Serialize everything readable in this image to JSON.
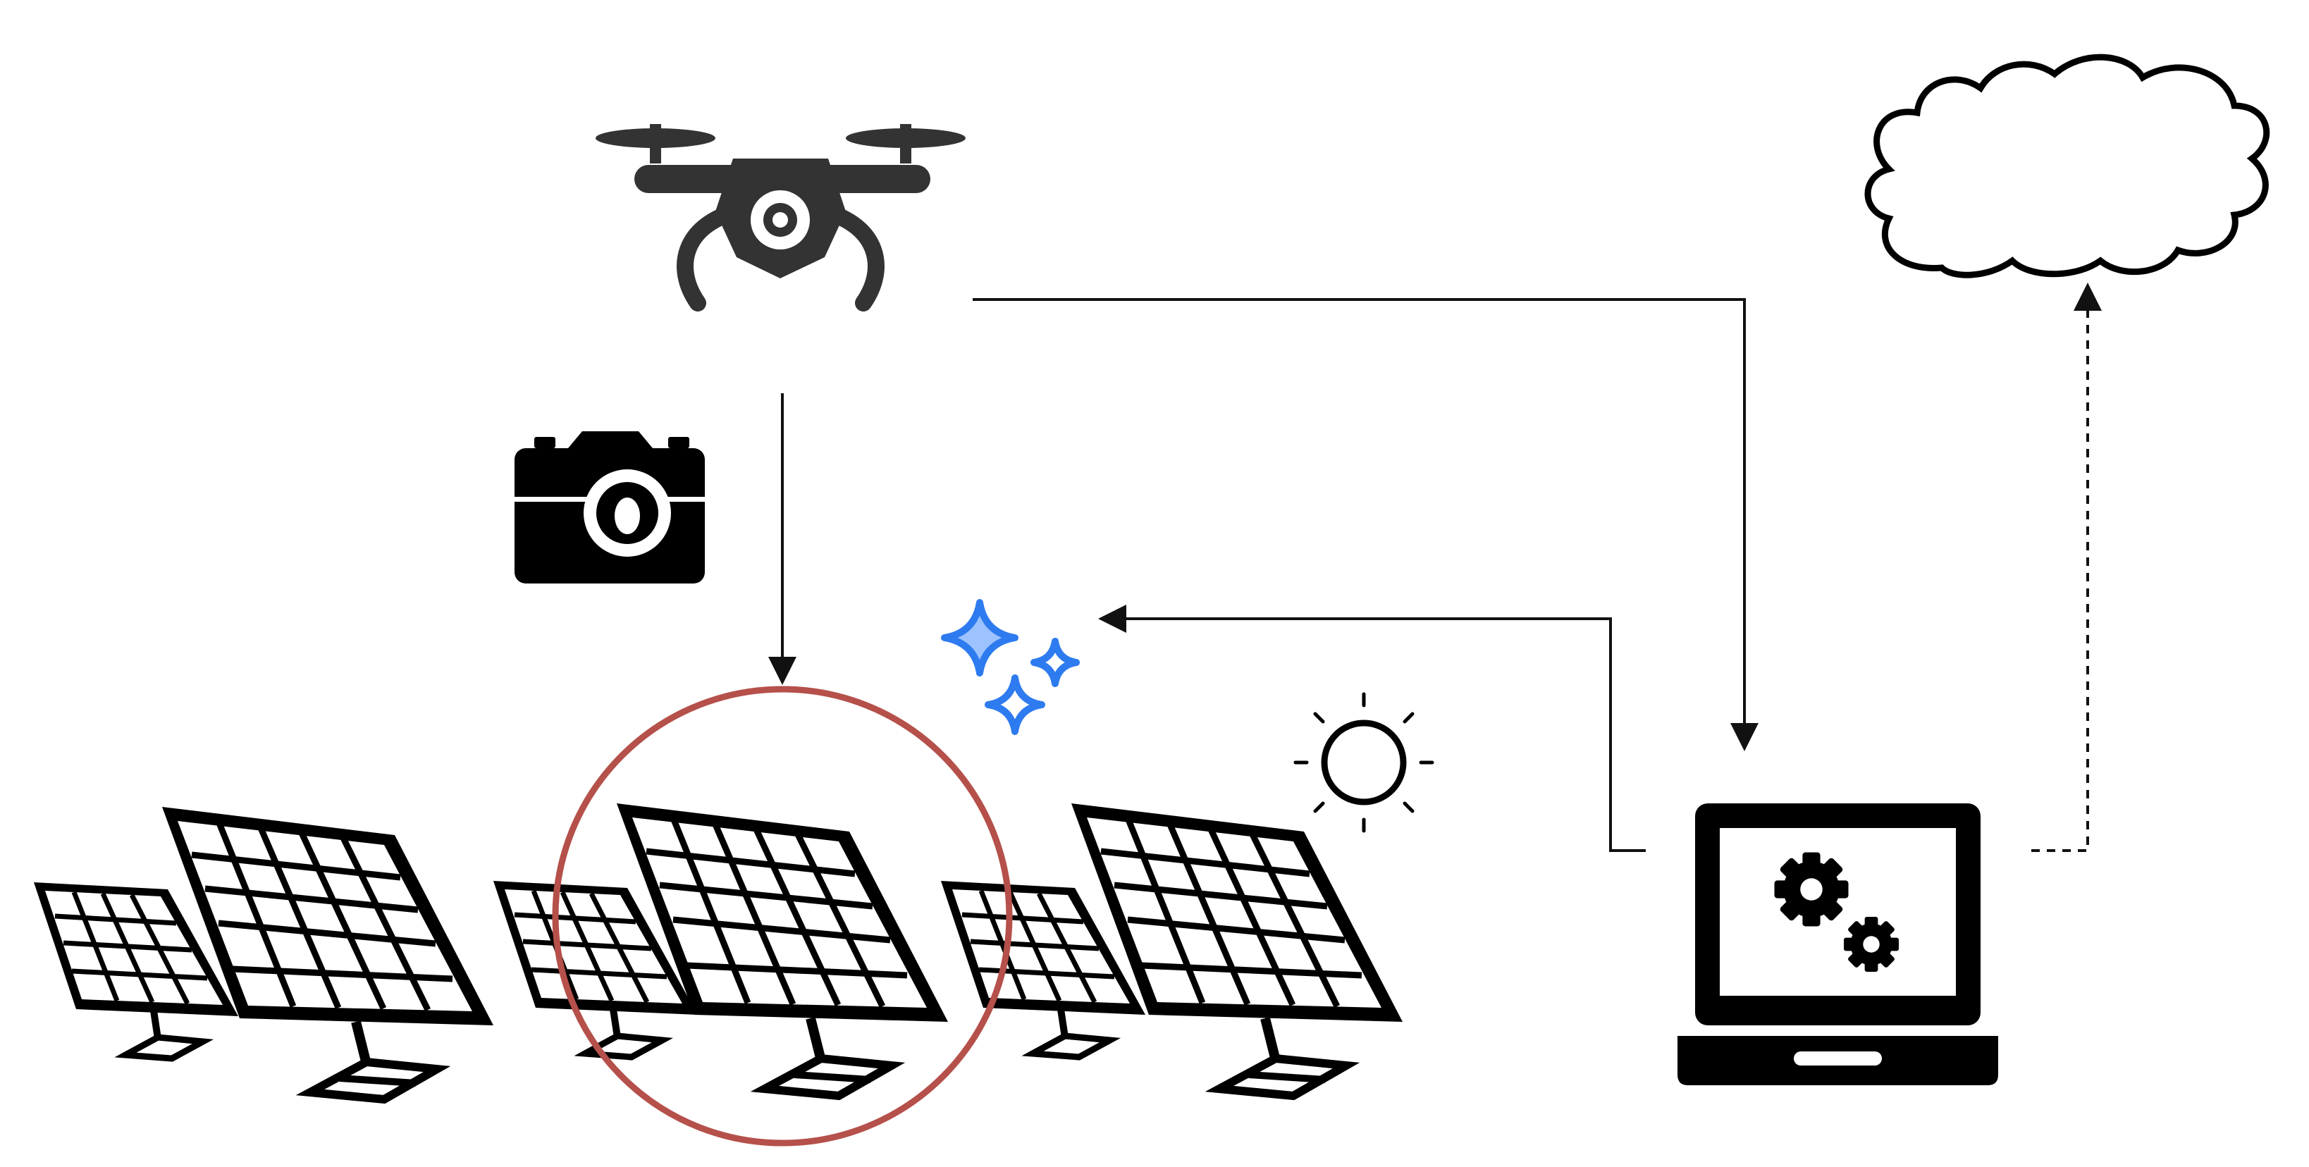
{
  "diagram": {
    "nodes": [
      {
        "id": "drone",
        "icon": "drone-icon"
      },
      {
        "id": "camera",
        "icon": "camera-icon"
      },
      {
        "id": "solar_array",
        "icon": "solar-panel-icon",
        "count": 6
      },
      {
        "id": "inspected_panel",
        "icon": "highlight-circle"
      },
      {
        "id": "cleaning",
        "icon": "sparkles-icon"
      },
      {
        "id": "sun",
        "icon": "sun-icon"
      },
      {
        "id": "processing_laptop",
        "icon": "laptop-gears-icon"
      },
      {
        "id": "cloud",
        "icon": "cloud-icon"
      }
    ],
    "edges": [
      {
        "from": "drone",
        "to": "inspected_panel",
        "style": "solid"
      },
      {
        "from": "drone",
        "to": "processing_laptop",
        "style": "solid"
      },
      {
        "from": "processing_laptop",
        "to": "cleaning",
        "style": "solid"
      },
      {
        "from": "processing_laptop",
        "to": "cloud",
        "style": "dashed"
      }
    ]
  },
  "colors": {
    "icon": "#000000",
    "drone": "#333333",
    "highlight": "#B5504A",
    "sparkle": "#2E7BF0",
    "edge": "#111111",
    "edge_grey": "#6e6e6e"
  }
}
